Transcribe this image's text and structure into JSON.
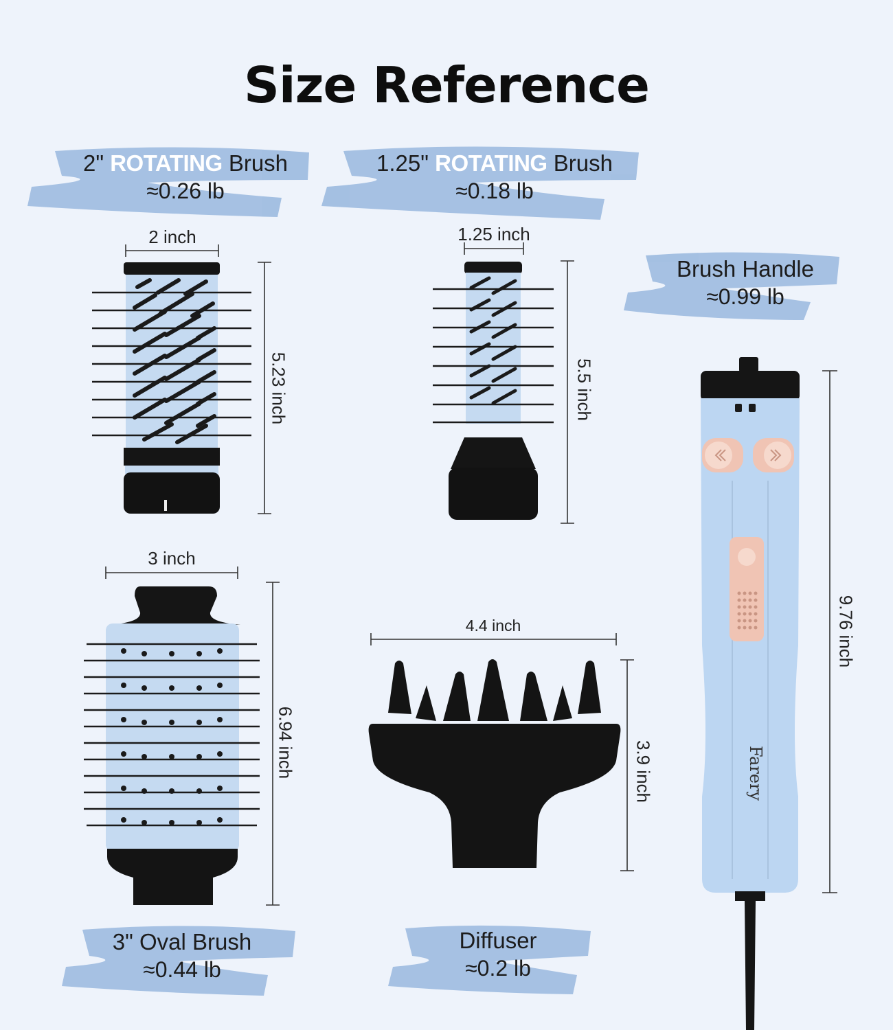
{
  "title": "Size Reference",
  "brush_2in": {
    "size": "2\"",
    "highlight": "ROTATING",
    "suffix": "Brush",
    "weight": "≈0.26 lb",
    "width_label": "2 inch",
    "height_label": "5.23 inch"
  },
  "brush_125in": {
    "size": "1.25\"",
    "highlight": "ROTATING",
    "suffix": "Brush",
    "weight": "≈0.18 lb",
    "width_label": "1.25 inch",
    "height_label": "5.5 inch"
  },
  "handle": {
    "name": "Brush Handle",
    "weight": "≈0.99 lb",
    "height_label": "9.76 inch",
    "brand": "Farery"
  },
  "oval_brush": {
    "name": "3\" Oval Brush",
    "weight": "≈0.44 lb",
    "width_label": "3 inch",
    "height_label": "6.94 inch"
  },
  "diffuser": {
    "name": "Diffuser",
    "weight": "≈0.2 lb",
    "width_label": "4.4 inch",
    "height_label": "3.9 inch"
  },
  "colors": {
    "background": "#eef3fb",
    "brush_stroke": "#9dbbe0",
    "product_blue": "#bcd6f2",
    "accent_rose": "#f0c4b4",
    "black": "#151515"
  }
}
